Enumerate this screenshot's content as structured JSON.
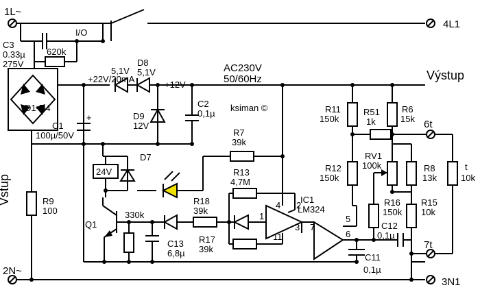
{
  "terminals": {
    "t_1L": "1L~",
    "t_2N": "2N~",
    "t_4L1": "4L1",
    "t_3N1": "3N1",
    "t_6t": "6t",
    "t_7t": "7t"
  },
  "labels": {
    "c3_name": "C3",
    "c3_val": "0.33µ",
    "c3_volt": "275V",
    "r620": "620k",
    "io": "I/O",
    "d1d4": "D1-D4",
    "plus22": "+22V/20mA",
    "d_51a": "5,1V",
    "d8_name": "D8",
    "d8_val": "5,1V",
    "plus12": "+12V",
    "d9_name": "D9",
    "d9_val": "12V",
    "c2_name": "C2",
    "c2_val": "0,1µ",
    "c1_name": "C1",
    "c1_val": "100µ/50V",
    "ac": "AC230V",
    "hz": "50/60Hz",
    "ksiman": "ksiman ©",
    "vystup": "Výstup",
    "vstup": "Vstup",
    "r7_name": "R7",
    "r7_val": "39k",
    "d7": "D7",
    "relay": "24V",
    "r13_name": "R13",
    "r13_val": "4,7M",
    "ic1": "IC1",
    "lm324": "LM324",
    "r9_name": "R9",
    "r9_val": "100",
    "r18_name": "R18",
    "r18_val": "39k",
    "r330": "330k",
    "q1": "Q1",
    "c13_name": "C13",
    "c13_val": "6,8µ",
    "r17_name": "R17",
    "r17_val": "39k",
    "r11_name": "R11",
    "r11_val": "150k",
    "r51_name": "R51",
    "r51_val": "1k",
    "r6_name": "R6",
    "r6_val": "15k",
    "r12_name": "R12",
    "r12_val": "150k",
    "rv1_name": "RV1",
    "rv1_val": "100k",
    "r8_name": "R8",
    "r8_val": "13k",
    "t_name": "t",
    "t_val": "10k",
    "r16_name": "R16",
    "r16_val": "150k",
    "r15_name": "R15",
    "r15_val": "10k",
    "c12_name": "C12",
    "c12_val": "0,1µ",
    "c11_name": "C11",
    "c11_val": "0,1µ",
    "pin4": "4",
    "pin2": "2",
    "pin1": "1",
    "pin3": "3",
    "pin11": "11",
    "pin7": "7",
    "pin5": "5",
    "pin6": "6",
    "plus_c1": "+"
  },
  "colors": {
    "led": "#f0e000"
  }
}
